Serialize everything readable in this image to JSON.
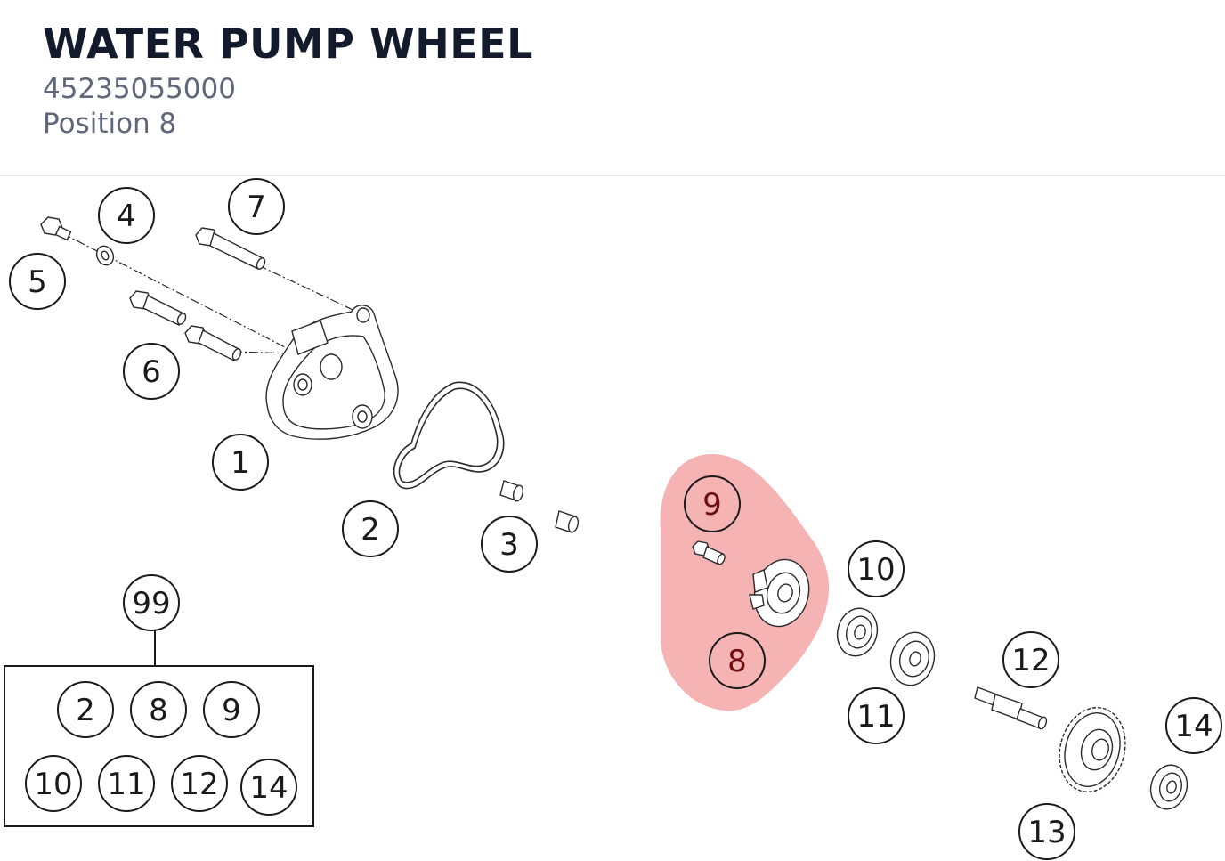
{
  "header": {
    "title": "WATER PUMP WHEEL",
    "part_number": "45235055000",
    "position": "Position 8"
  },
  "highlight": {
    "color": "#ef8a8a",
    "selected_position": "8"
  },
  "callouts": {
    "c1": "1",
    "c2": "2",
    "c3": "3",
    "c4": "4",
    "c5": "5",
    "c6": "6",
    "c7": "7",
    "c8": "8",
    "c9": "9",
    "c10": "10",
    "c11": "11",
    "c12": "12",
    "c13": "13",
    "c14": "14",
    "c99": "99"
  },
  "kit": {
    "items": [
      "2",
      "8",
      "9",
      "10",
      "11",
      "12",
      "14"
    ]
  }
}
